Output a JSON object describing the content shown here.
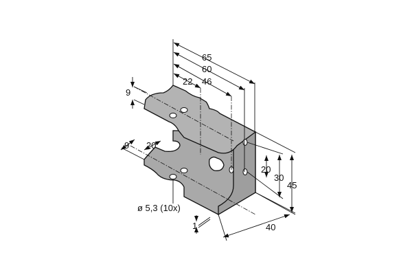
{
  "drawing": {
    "colors": {
      "plate": "#a9a9a9",
      "plate_dark": "#8f8f8f",
      "line": "#111111"
    },
    "dimensions": {
      "overall_length": "65",
      "hole_spacing_outer": "60",
      "hole_spacing_inner": "46",
      "slot_offset": "22",
      "top_edge_offset": "9",
      "bottom_edge_offset": "9",
      "bottom_slot_width": "20",
      "vertical_hole_spacing": "20",
      "vertical_height_inner": "30",
      "overall_height": "45",
      "depth": "40",
      "thickness": "1"
    },
    "hole_note": "ø 5,3 (10x)"
  }
}
